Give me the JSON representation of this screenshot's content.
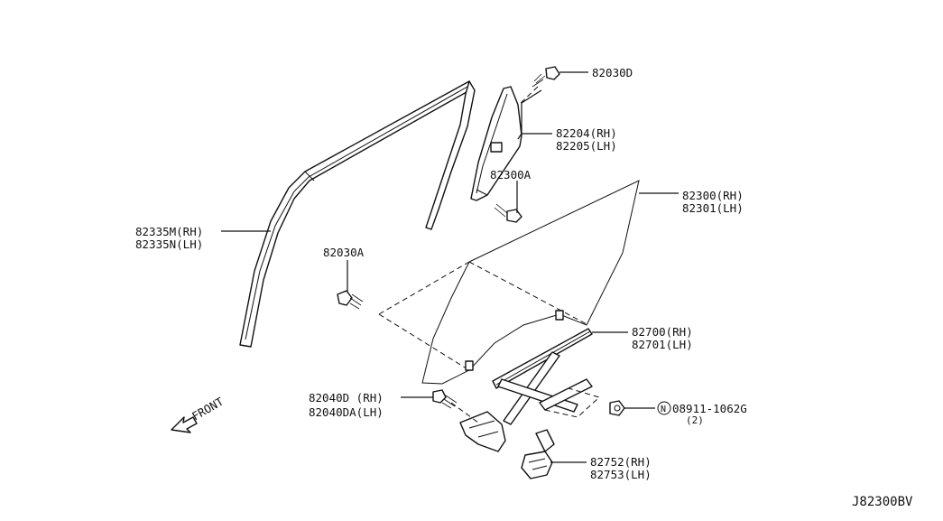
{
  "parts": {
    "p82030D": "82030D",
    "p82204": "82204(RH)",
    "p82205": "82205(LH)",
    "p82300A": "82300A",
    "p82300": "82300(RH)",
    "p82301": "82301(LH)",
    "p82335M": "82335M(RH)",
    "p82335N": "82335N(LH)",
    "p82030A": "82030A",
    "p82700": "82700(RH)",
    "p82701": "82701(LH)",
    "p82040D": "82040D (RH)",
    "p82040DA": "82040DA(LH)",
    "p08911": "08911-1062G",
    "p08911_qty": "(2)",
    "p82752": "82752(RH)",
    "p82753": "82753(LH)"
  },
  "nut_symbol": "N",
  "front_label": "FRONT",
  "diagram_code": "J82300BV"
}
